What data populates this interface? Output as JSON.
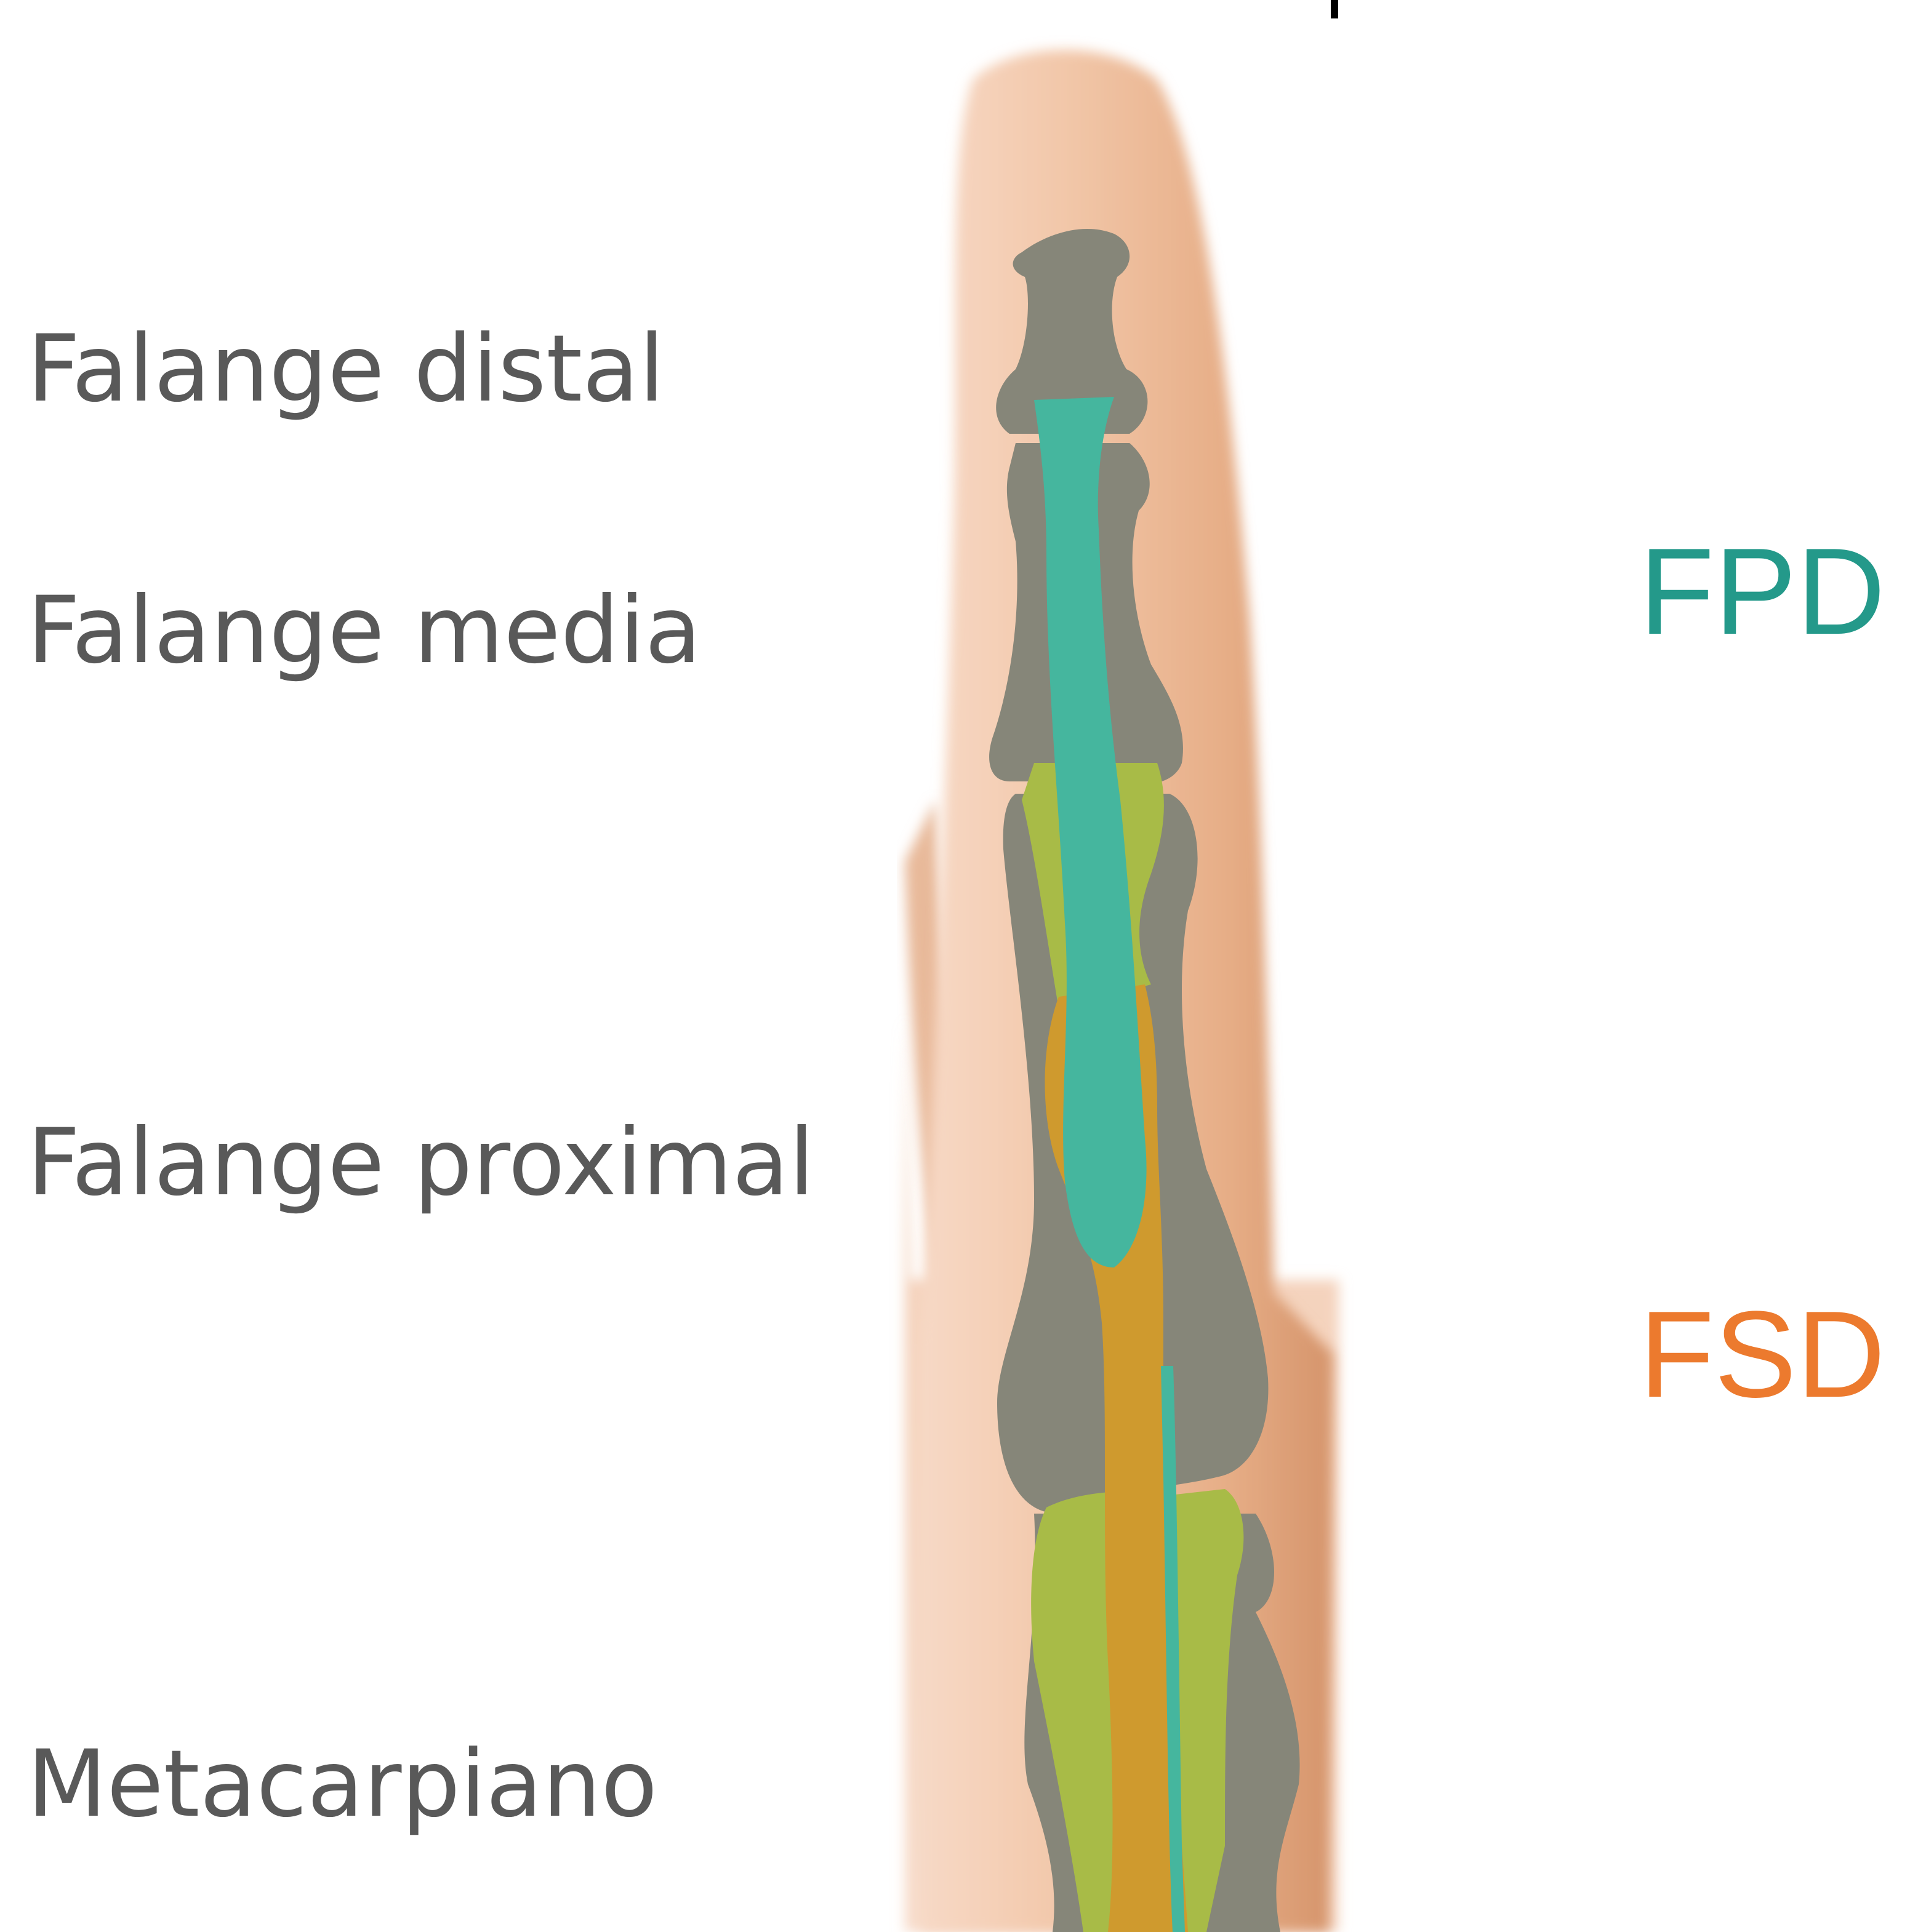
{
  "labels": {
    "distal_phalanx": "Falange distal",
    "middle_phalanx": "Falange media",
    "proximal_phalanx": "Falange proximal",
    "metacarpal": "Metacarpiano"
  },
  "tendons": {
    "fpd": {
      "text": "FPD",
      "color": "#24998a"
    },
    "fsd": {
      "text": "FSD",
      "color": "#ec7a2e"
    }
  },
  "colors": {
    "label_text": "#595959",
    "bone": "#868679",
    "fpd_tendon": "#45b69e",
    "fsd_tendon": "#cf9a2e",
    "fibrous_sheath": "#a8bb47",
    "skin": "#f0c4a6",
    "skin_shadow": "#d79a73"
  }
}
